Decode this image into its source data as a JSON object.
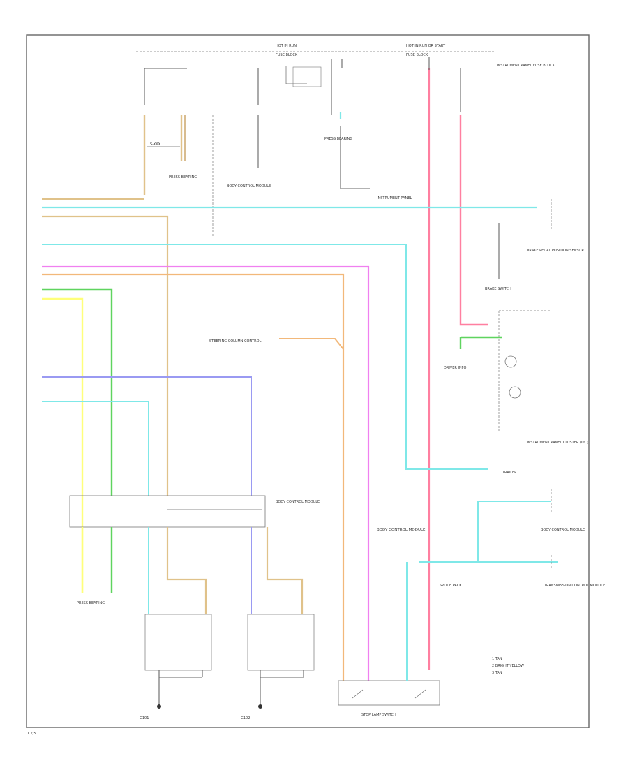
{
  "labels": {
    "hot_left": "HOT IN RUN",
    "hot_right": "HOT IN RUN OR START",
    "fuse_left": "FUSE BLOCK",
    "fuse_right": "FUSE BLOCK",
    "ground_left": "PRESS BEARING",
    "stop_sw": "STOP LAMP SWITCH",
    "ipc": "INSTRUMENT PANEL CLUSTER (IPC)",
    "corner_mark": "C2/5"
  },
  "notes": [
    "1 TAN",
    "2 BRIGHT YELLOW",
    "3 TAN"
  ],
  "wire_colors": {
    "tan": "#e0c28a",
    "cyan": "#7fe8e8",
    "pink": "#ff7fa0",
    "magenta": "#f080f0",
    "orange": "#f2b87a",
    "green": "#5fd45f",
    "yellow": "#ffff7a",
    "blue": "#9a9af2",
    "gray": "#666666"
  }
}
